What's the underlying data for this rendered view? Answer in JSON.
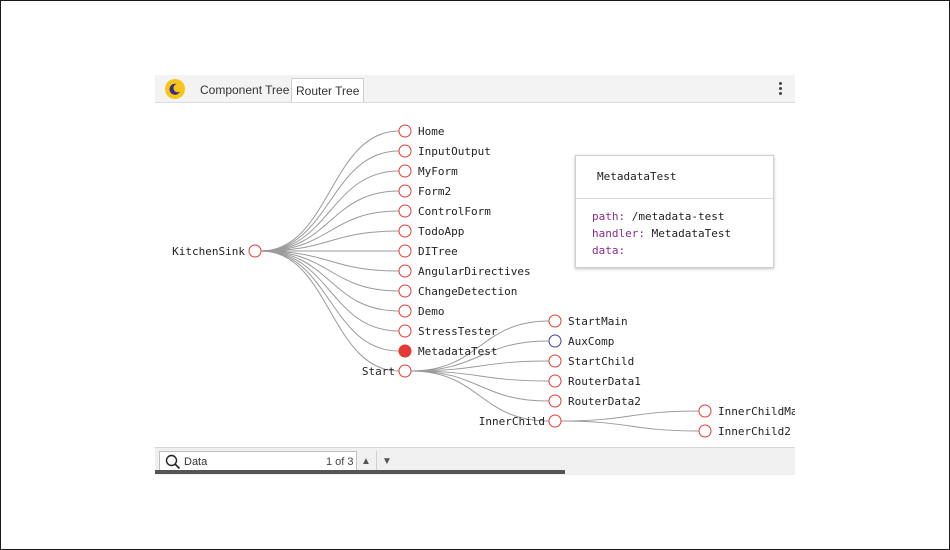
{
  "toolbar": {
    "logo_icon": "angular-devtools-moon-icon",
    "tabs": [
      {
        "label": "Component Tree",
        "active": false
      },
      {
        "label": "Router Tree",
        "active": true
      }
    ],
    "menu_icon": "vertical-ellipsis-icon"
  },
  "tree": {
    "root": "KitchenSink",
    "children": [
      "Home",
      "InputOutput",
      "MyForm",
      "Form2",
      "ControlForm",
      "TodoApp",
      "DITree",
      "AngularDirectives",
      "ChangeDetection",
      "Demo",
      "StressTester",
      "MetadataTest",
      "Start"
    ],
    "start_children": [
      "StartMain",
      "AuxComp",
      "StartChild",
      "RouterData1",
      "RouterData2",
      "InnerChild"
    ],
    "inner_children": [
      "InnerChildMa",
      "InnerChild2"
    ],
    "selected": "MetadataTest",
    "aux_node": "AuxComp",
    "colors": {
      "node": "#e53935",
      "aux": "#3f3fa8",
      "link": "#9a9a9a"
    }
  },
  "popup": {
    "title": "MetadataTest",
    "path_key": "path:",
    "path_value": "/metadata-test",
    "handler_key": "handler:",
    "handler_value": "MetadataTest",
    "data_key": "data:",
    "data_value": ""
  },
  "search": {
    "icon": "search-icon",
    "value": "Data",
    "count": "1 of 3",
    "prev_icon": "triangle-up-icon",
    "next_icon": "triangle-down-icon"
  }
}
